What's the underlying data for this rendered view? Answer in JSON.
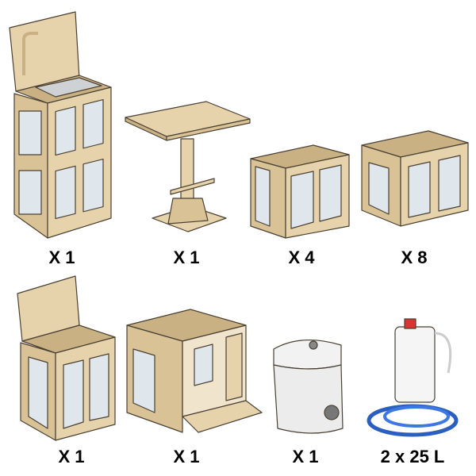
{
  "colors": {
    "wood": "#e6d2ab",
    "wood_dark": "#c9b184",
    "glass": "#dfe6ec",
    "outline": "#4a4032",
    "hose": "#2a5fc0"
  },
  "items": [
    {
      "name": "sink-cabinet",
      "quantity": "X 1"
    },
    {
      "name": "table",
      "quantity": "X 1"
    },
    {
      "name": "small-cabinet",
      "quantity": "X 4"
    },
    {
      "name": "large-cabinet",
      "quantity": "X 8"
    },
    {
      "name": "lid-cabinet",
      "quantity": "X 1"
    },
    {
      "name": "toilet-enclosure",
      "quantity": "X 1"
    },
    {
      "name": "portable-toilet",
      "quantity": "X 1"
    },
    {
      "name": "water-container",
      "quantity": "2 x 25 L"
    }
  ]
}
